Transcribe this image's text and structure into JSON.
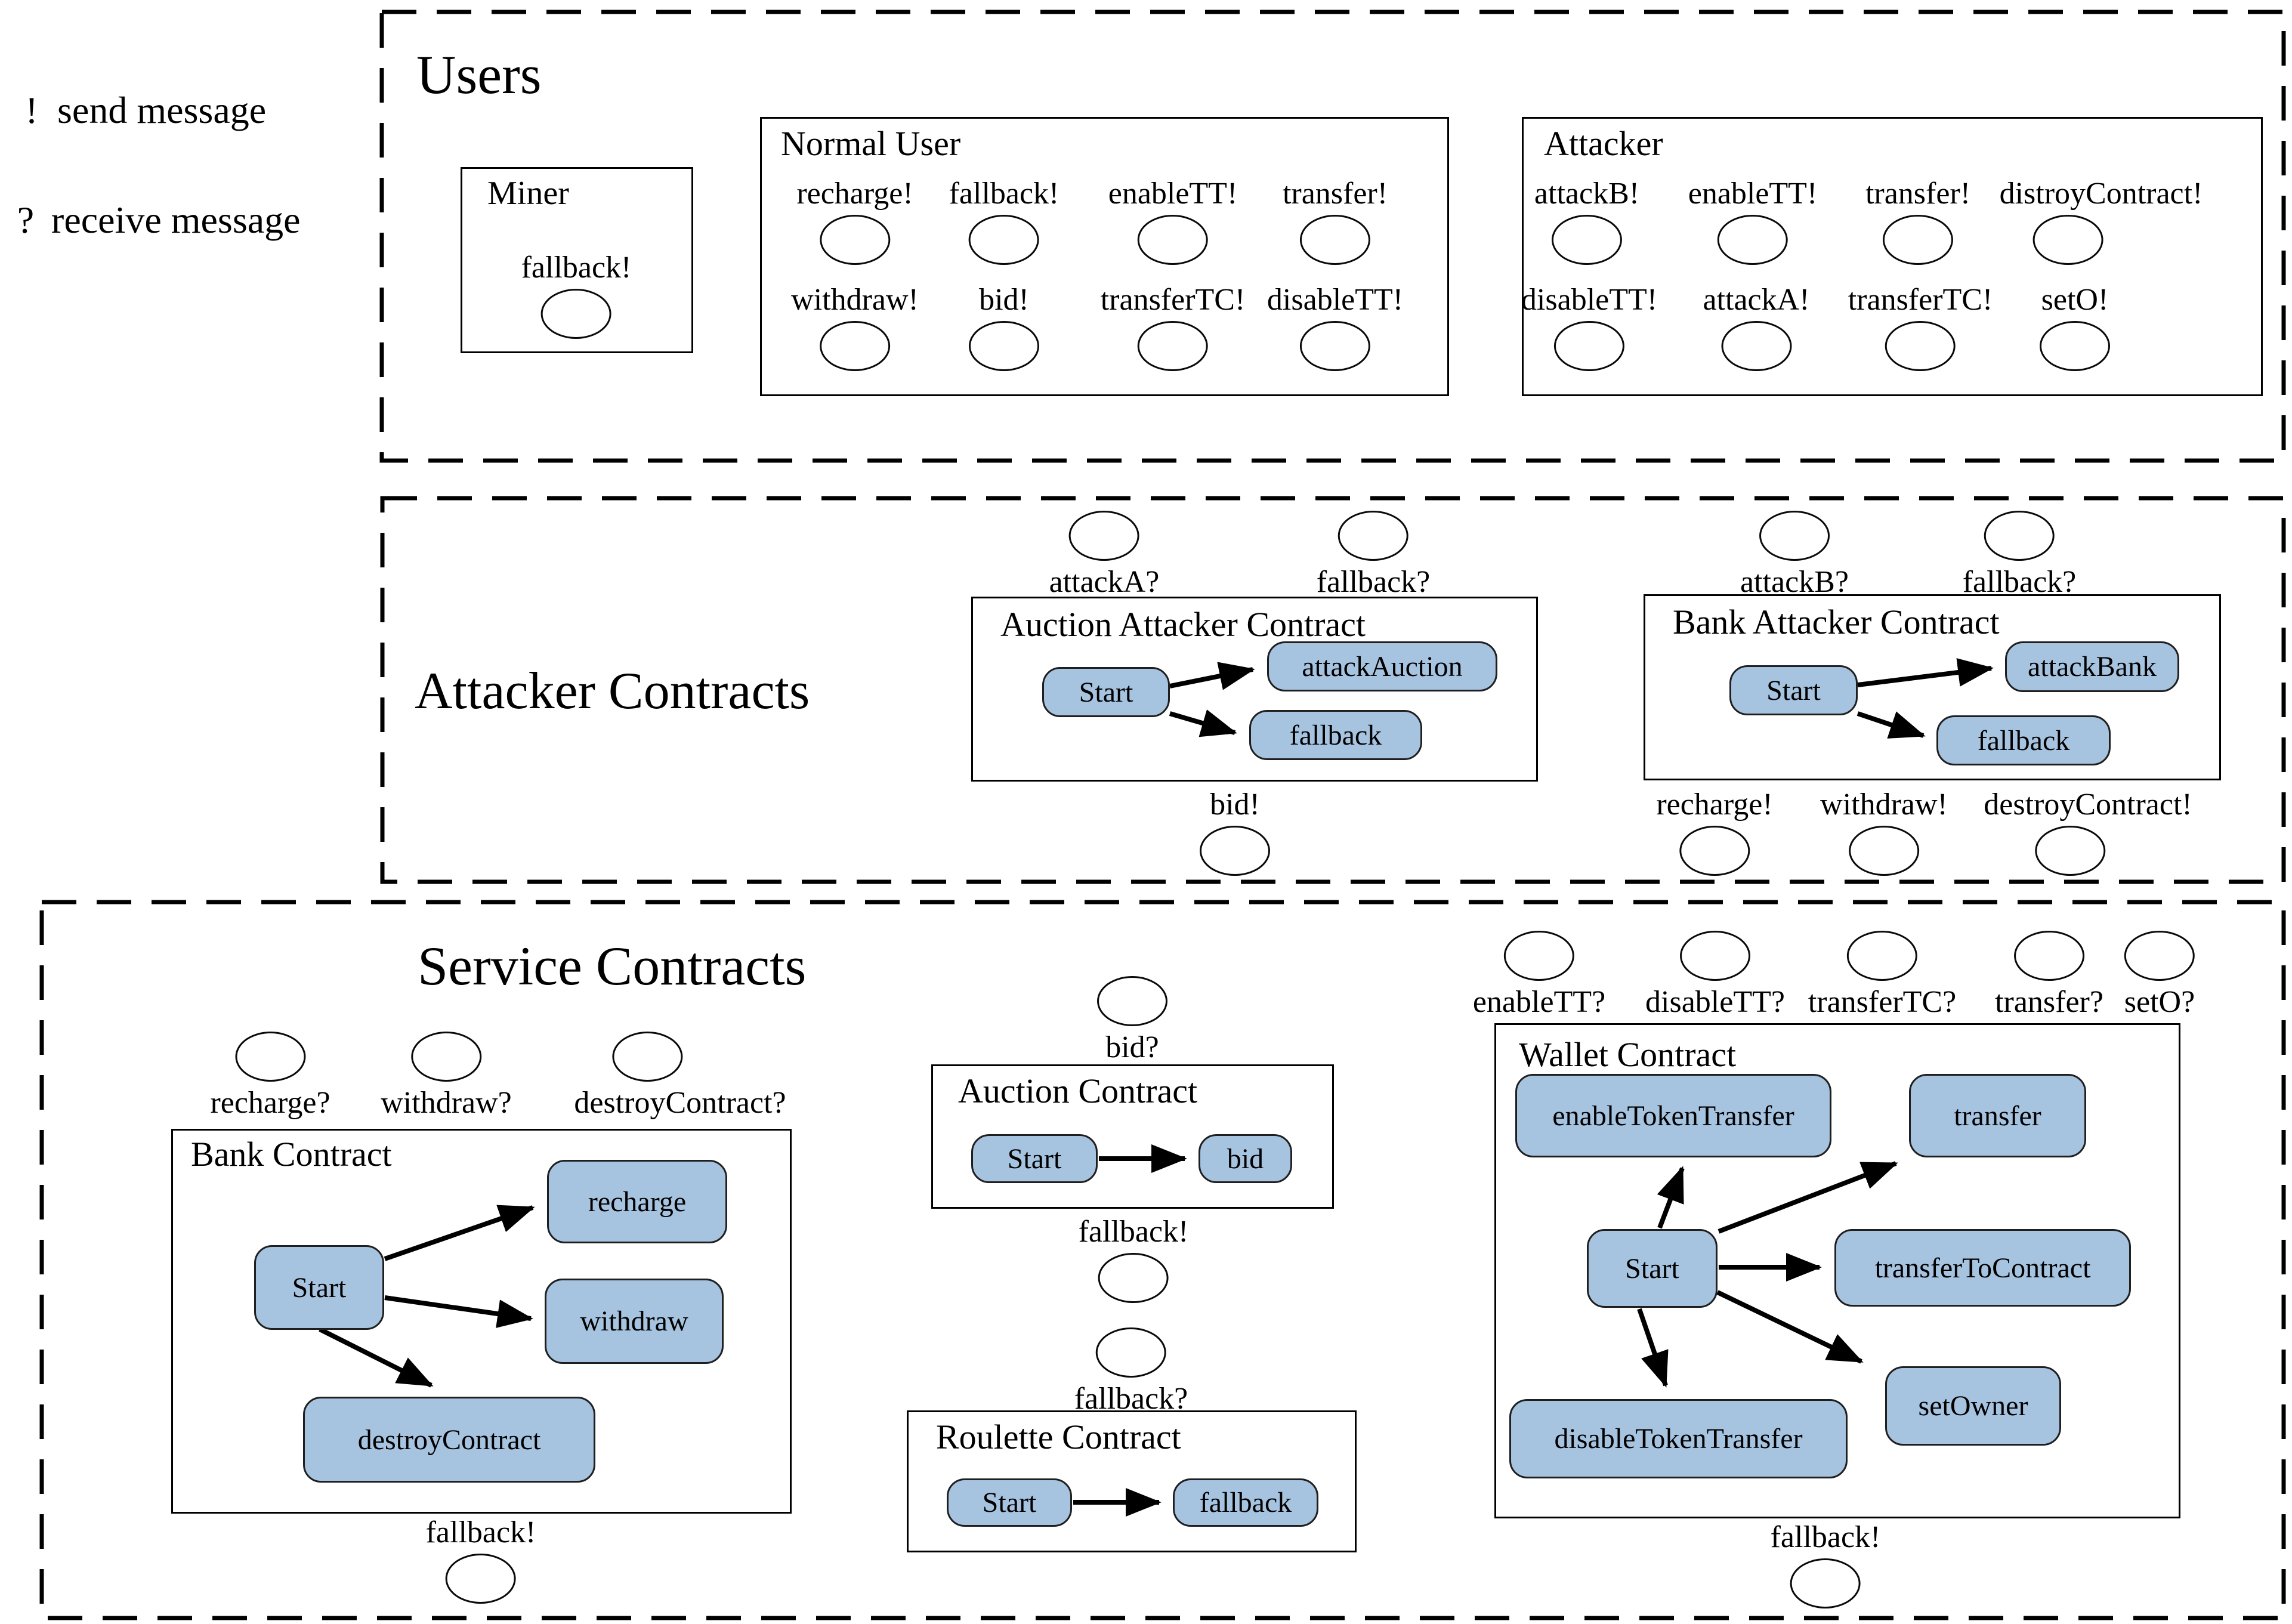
{
  "legend": {
    "send_symbol": "!",
    "send_label": "send message",
    "receive_symbol": "?",
    "receive_label": "receive message"
  },
  "users": {
    "title": "Users",
    "miner": {
      "title": "Miner",
      "ports": [
        "fallback!"
      ]
    },
    "normal_user": {
      "title": "Normal User",
      "row1": [
        "recharge!",
        "fallback!",
        "enableTT!",
        "transfer!"
      ],
      "row2": [
        "withdraw!",
        "bid!",
        "transferTC!",
        "disableTT!"
      ]
    },
    "attacker": {
      "title": "Attacker",
      "row1": [
        "attackB!",
        "enableTT!",
        "transfer!",
        "distroyContract!"
      ],
      "row2": [
        "disableTT!",
        "attackA!",
        "transferTC!",
        "setO!"
      ]
    }
  },
  "attacker_contracts": {
    "title": "Attacker Contracts",
    "auction_attacker": {
      "title": "Auction Attacker Contract",
      "receive_ports": [
        "attackA?",
        "fallback?"
      ],
      "states": [
        "Start",
        "attackAuction",
        "fallback"
      ],
      "transitions": [
        [
          "Start",
          "attackAuction"
        ],
        [
          "Start",
          "fallback"
        ]
      ],
      "send_ports": [
        "bid!"
      ]
    },
    "bank_attacker": {
      "title": "Bank Attacker Contract",
      "receive_ports": [
        "attackB?",
        "fallback?"
      ],
      "states": [
        "Start",
        "attackBank",
        "fallback"
      ],
      "transitions": [
        [
          "Start",
          "attackBank"
        ],
        [
          "Start",
          "fallback"
        ]
      ],
      "send_ports": [
        "recharge!",
        "withdraw!",
        "destroyContract!"
      ]
    }
  },
  "service_contracts": {
    "title": "Service Contracts",
    "bank": {
      "title": "Bank Contract",
      "receive_ports": [
        "recharge?",
        "withdraw?",
        "destroyContract?"
      ],
      "states": [
        "Start",
        "recharge",
        "withdraw",
        "destroyContract"
      ],
      "transitions": [
        [
          "Start",
          "recharge"
        ],
        [
          "Start",
          "withdraw"
        ],
        [
          "Start",
          "destroyContract"
        ]
      ],
      "send_ports": [
        "fallback!"
      ]
    },
    "auction": {
      "title": "Auction Contract",
      "receive_ports": [
        "bid?"
      ],
      "states": [
        "Start",
        "bid"
      ],
      "transitions": [
        [
          "Start",
          "bid"
        ]
      ],
      "send_ports": [
        "fallback!"
      ]
    },
    "roulette": {
      "title": "Roulette Contract",
      "receive_ports": [
        "fallback?"
      ],
      "states": [
        "Start",
        "fallback"
      ],
      "transitions": [
        [
          "Start",
          "fallback"
        ]
      ]
    },
    "wallet": {
      "title": "Wallet Contract",
      "receive_ports": [
        "enableTT?",
        "disableTT?",
        "transferTC?",
        "transfer?",
        "setO?"
      ],
      "states": [
        "enableTokenTransfer",
        "transfer",
        "Start",
        "transferToContract",
        "setOwner",
        "disableTokenTransfer"
      ],
      "transitions": [
        [
          "Start",
          "enableTokenTransfer"
        ],
        [
          "Start",
          "transfer"
        ],
        [
          "Start",
          "transferToContract"
        ],
        [
          "Start",
          "setOwner"
        ],
        [
          "Start",
          "disableTokenTransfer"
        ]
      ],
      "send_ports": [
        "fallback!"
      ]
    }
  },
  "colors": {
    "state_fill": "#a6c3e0",
    "stroke": "#000000"
  }
}
